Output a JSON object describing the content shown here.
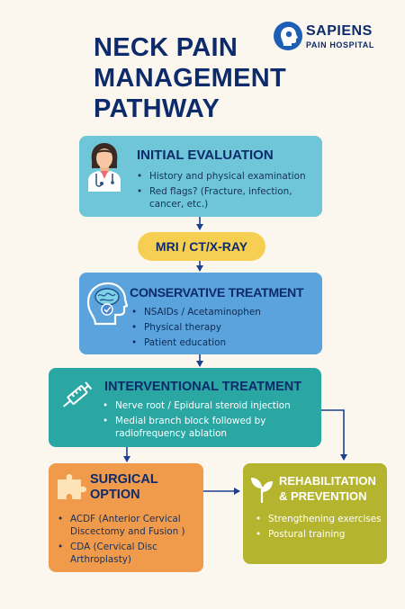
{
  "header": {
    "title_lines": [
      "NECK PAIN",
      "MANAGEMENT",
      "PATHWAY"
    ],
    "logo_name": "SAPIENS",
    "logo_sub": "PAIN HOSPITAL"
  },
  "steps": {
    "initial": {
      "title": "INITIAL EVALUATION",
      "items": [
        "History and physical examination",
        "Red flags? (Fracture, infection, cancer, etc.)"
      ]
    },
    "imaging": {
      "label": "MRI / CT/X-RAY"
    },
    "conservative": {
      "title": "CONSERVATIVE TREATMENT",
      "items": [
        "NSAIDs / Acetaminophen",
        "Physical therapy",
        "Patient education"
      ]
    },
    "interventional": {
      "title": "INTERVENTIONAL TREATMENT",
      "items": [
        "Nerve root / Epidural steroid injection",
        "Medial branch block followed by radiofrequency ablation"
      ]
    },
    "surgical": {
      "title_lines": [
        "SURGICAL",
        "OPTION"
      ],
      "items": [
        "ACDF (Anterior Cervical Discectomy and Fusion )",
        "CDA (Cervical Disc Arthroplasty)"
      ]
    },
    "rehab": {
      "title_lines": [
        "REHABILITATION",
        "& PREVENTION"
      ],
      "items": [
        "Strengthening exercises",
        "Postural training"
      ]
    }
  },
  "colors": {
    "initial": "#6ec6d8",
    "conservative": "#5aa3dd",
    "interventional": "#2aa6a3",
    "surgical": "#f09b4b",
    "rehab": "#b5b42e",
    "pill": "#f6cf52",
    "title": "#0d2b6b",
    "arrow": "#1d3f8f"
  },
  "icons": [
    "doctor-icon",
    "brain-head-icon",
    "syringe-icon",
    "puzzle-icon",
    "sprout-icon",
    "logo-head-icon"
  ]
}
